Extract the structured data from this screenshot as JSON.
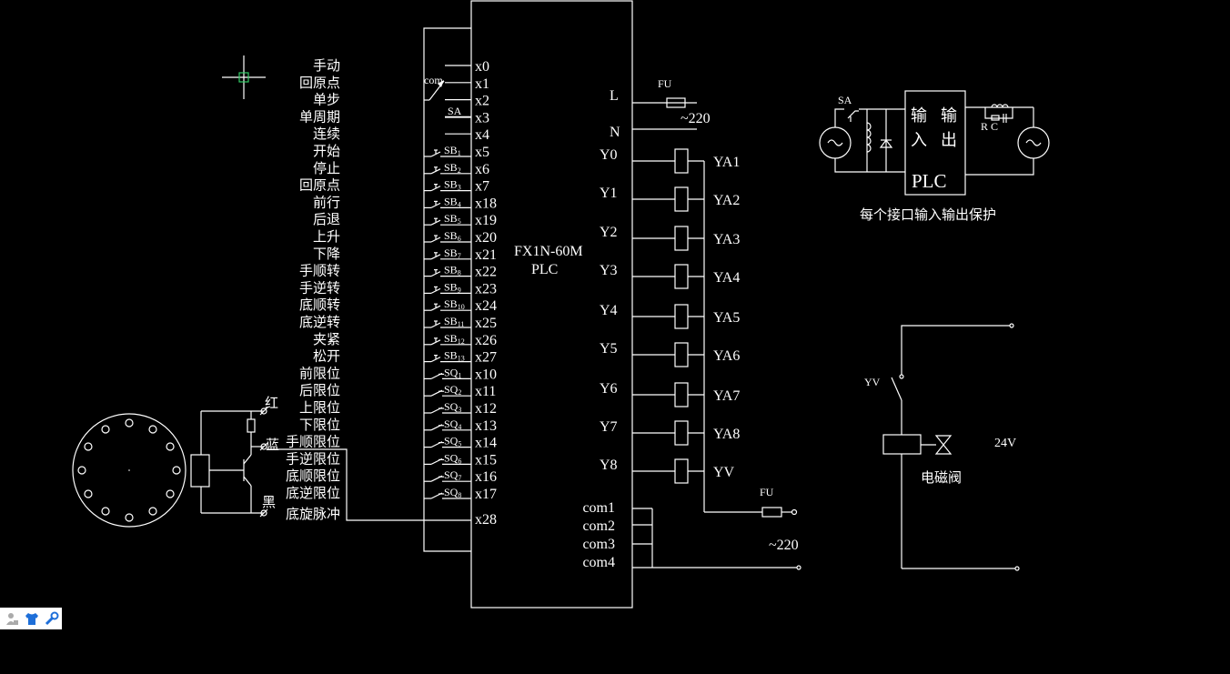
{
  "plc": {
    "model": "FX1N-60M",
    "label": "PLC"
  },
  "input_labels": [
    "手动",
    "回原点",
    "单步",
    "单周期",
    "连续",
    "开始",
    "停止",
    "回原点",
    "前行",
    "后退",
    "上升",
    "下降",
    "手顺转",
    "手逆转",
    "底顺转",
    "底逆转",
    "夹紧",
    "松开",
    "前限位",
    "后限位",
    "上限位",
    "下限位",
    "手顺限位",
    "手逆限位",
    "底顺限位",
    "底逆限位",
    "底旋脉冲"
  ],
  "input_terminals": [
    "x0",
    "x1",
    "x2",
    "x3",
    "x4",
    "x5",
    "x6",
    "x7",
    "x18",
    "x19",
    "x20",
    "x21",
    "x22",
    "x23",
    "x24",
    "x25",
    "x26",
    "x27",
    "x10",
    "x11",
    "x12",
    "x13",
    "x14",
    "x15",
    "x16",
    "x17"
  ],
  "pulse_terminal": "x28",
  "switch_labels": {
    "com": "com",
    "sa": "SA",
    "sb": [
      "SB1",
      "SB2",
      "SB3",
      "SB4",
      "SB5",
      "SB6",
      "SB7",
      "SB8",
      "SB9",
      "SB10",
      "SB11",
      "SB12",
      "SB13"
    ],
    "sq": [
      "SQ1",
      "SQ2",
      "SQ3",
      "SQ4",
      "SQ5",
      "SQ6",
      "SQ7",
      "SQ8"
    ]
  },
  "sensor_wires": {
    "red": "红",
    "blue": "蓝",
    "black": "黑"
  },
  "power": {
    "L": "L",
    "N": "N",
    "fuse": "FU",
    "voltage": "~220"
  },
  "outputs": [
    {
      "terminal": "Y0",
      "load": "YA1"
    },
    {
      "terminal": "Y1",
      "load": "YA2"
    },
    {
      "terminal": "Y2",
      "load": "YA3"
    },
    {
      "terminal": "Y3",
      "load": "YA4"
    },
    {
      "terminal": "Y4",
      "load": "YA5"
    },
    {
      "terminal": "Y5",
      "load": "YA6"
    },
    {
      "terminal": "Y6",
      "load": "YA7"
    },
    {
      "terminal": "Y7",
      "load": "YA8"
    },
    {
      "terminal": "Y8",
      "load": "YV"
    }
  ],
  "commons": [
    "com1",
    "com2",
    "com3",
    "com4"
  ],
  "output_fuse": "FU",
  "output_voltage": "~220",
  "protection": {
    "sa": "SA",
    "input": [
      "输",
      "入"
    ],
    "output": [
      "输",
      "出"
    ],
    "plc": "PLC",
    "rc": "R C",
    "caption": "每个接口输入输出保护"
  },
  "valve_circuit": {
    "switch": "YV",
    "voltage": "24V",
    "caption": "电磁阀"
  },
  "toolbar": {
    "items": [
      "user-icon",
      "shirt-icon",
      "wrench-icon"
    ]
  },
  "colors": {
    "background": "#000000",
    "line": "#ffffff",
    "cursor": "#33cc66",
    "toolbar_icon": "#1e6fd9"
  }
}
